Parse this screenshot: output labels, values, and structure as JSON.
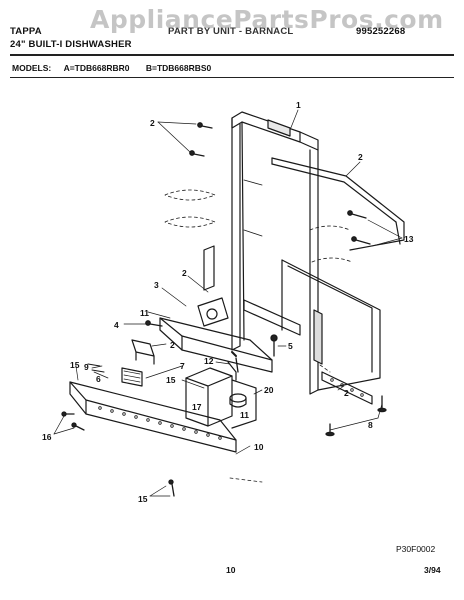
{
  "header": {
    "brand": "TAPPA",
    "title_center": "PART BY UNIT - BARNACL",
    "part_number": "995252268",
    "subtitle": "24\" BUILT-I DISHWASHER"
  },
  "watermark": "AppliancePartsPros.com",
  "models": {
    "label": "MODELS:",
    "model_a": "A=TDB668RBR0",
    "model_b": "B=TDB668RBS0"
  },
  "callouts": [
    "1",
    "2",
    "2",
    "13",
    "2",
    "3",
    "11",
    "4",
    "2",
    "5",
    "15",
    "9",
    "6",
    "7",
    "12",
    "15",
    "20",
    "17",
    "11",
    "2",
    "16",
    "10",
    "8",
    "15",
    "10"
  ],
  "footer": {
    "figure_code": "P30F0002",
    "page_number": "10",
    "date": "3/94"
  }
}
